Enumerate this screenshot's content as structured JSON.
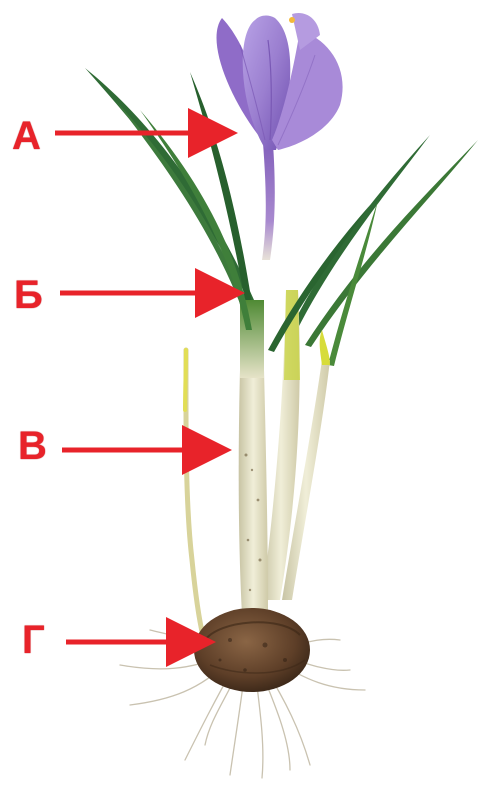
{
  "labels": {
    "a": "А",
    "b": "Б",
    "v": "В",
    "g": "Г"
  },
  "colors": {
    "arrow": "#e8232a",
    "petal": "#9b7fd0",
    "petal_dark": "#6f4fb0",
    "leaf": "#2f6b35",
    "leaf_light": "#6fa83a",
    "stem": "#e6e3c8",
    "corm": "#6b4a32",
    "roots": "#c9c2b0"
  },
  "parts": [
    {
      "id": "a",
      "target": "flower-tube"
    },
    {
      "id": "b",
      "target": "leaves"
    },
    {
      "id": "v",
      "target": "stem-sheath"
    },
    {
      "id": "g",
      "target": "corm"
    }
  ]
}
